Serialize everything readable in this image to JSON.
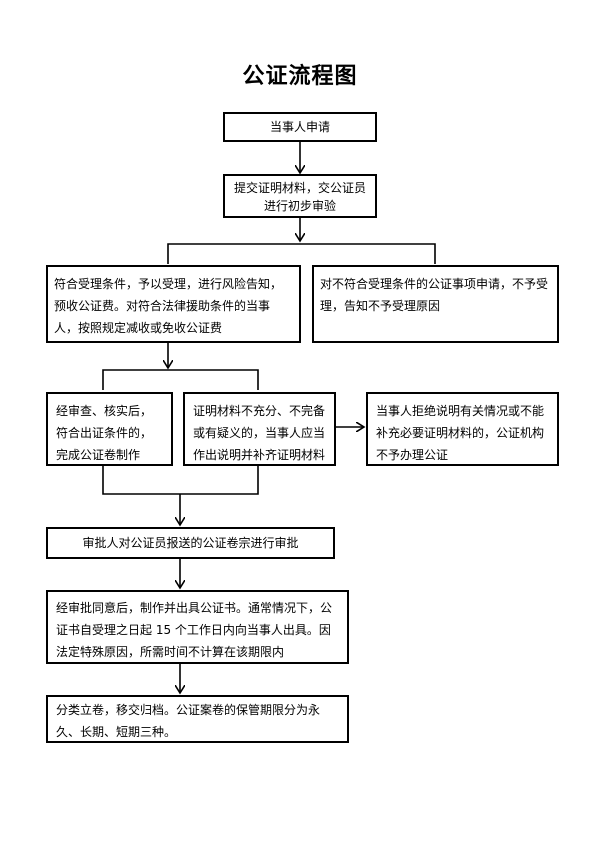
{
  "title": "公证流程图",
  "nodes": {
    "apply": "当事人申请",
    "submit": "提交证明材料，交公证员进行初步审验",
    "accept": "符合受理条件，予以受理，进行风险告知，预收公证费。对符合法律援助条件的当事人，按照规定减收或免收公证费",
    "reject": "对不符合受理条件的公证事项申请，不予受理，告知不予受理原因",
    "verified": "经审查、核实后，符合出证条件的，完成公证卷制作",
    "insufficient": "证明材料不充分、不完备或有疑义的，当事人应当作出说明并补齐证明材料",
    "refused": "当事人拒绝说明有关情况或不能补充必要证明材料的，公证机构不予办理公证",
    "approval": "审批人对公证员报送的公证卷宗进行审批",
    "issue": "经审批同意后，制作并出具公证书。通常情况下，公证书自受理之日起 15 个工作日内向当事人出具。因法定特殊原因，所需时间不计算在该期限内",
    "archive": "分类立卷，移交归档。公证案卷的保管期限分为永久、长期、短期三种。"
  }
}
